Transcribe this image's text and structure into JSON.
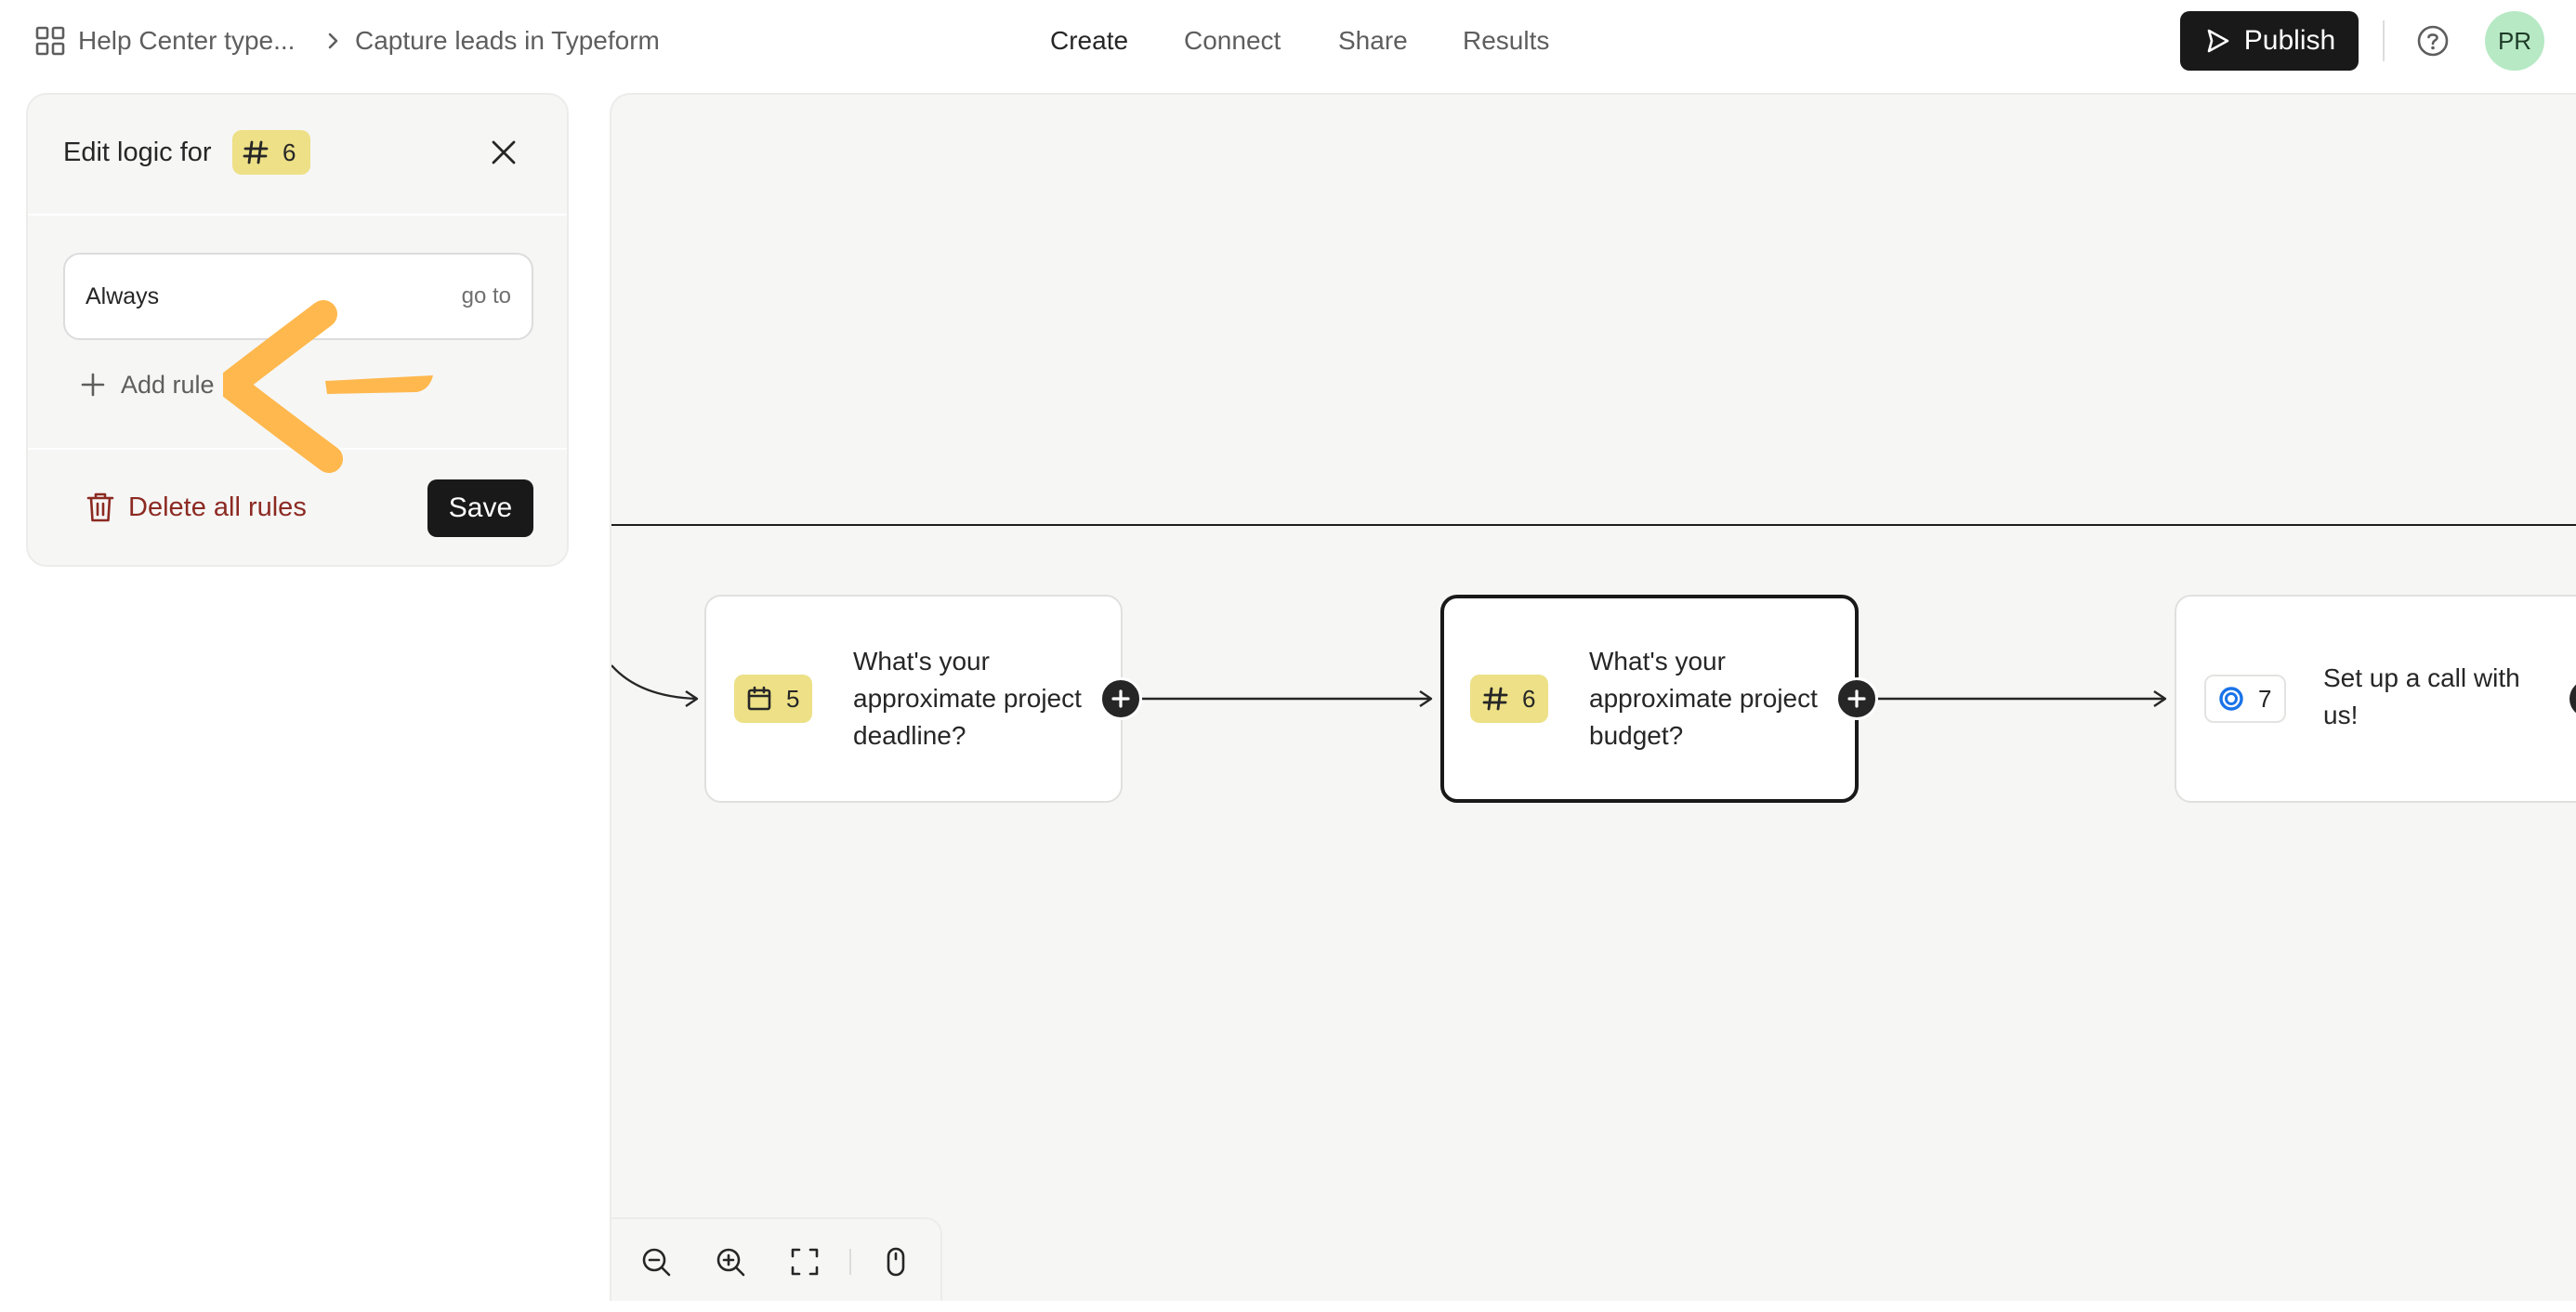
{
  "breadcrumb": {
    "workspace": "Help Center type...",
    "form": "Capture leads in Typeform"
  },
  "nav": {
    "create": "Create",
    "connect": "Connect",
    "share": "Share",
    "results": "Results"
  },
  "header": {
    "publish": "Publish",
    "avatar_initials": "PR"
  },
  "logic_panel": {
    "title": "Edit logic for",
    "question_number": "6",
    "rule_condition": "Always",
    "rule_action": "go to",
    "add_rule": "Add rule",
    "delete_all": "Delete all rules",
    "save": "Save"
  },
  "flow": {
    "cards": [
      {
        "number": "5",
        "type_icon": "calendar-icon",
        "text": "What's your approximate project deadline?"
      },
      {
        "number": "6",
        "type_icon": "hash-icon",
        "text": "What's your approximate project budget?",
        "selected": true
      },
      {
        "number": "7",
        "type_icon": "calendly-icon",
        "text": "Set up a call with us!"
      }
    ]
  },
  "colors": {
    "chip_yellow": "#ede086",
    "delete_red": "#8c2a22",
    "annotation_arrow": "#ffb84d",
    "avatar_green": "#b6e9c4",
    "primary_black": "#191919"
  }
}
